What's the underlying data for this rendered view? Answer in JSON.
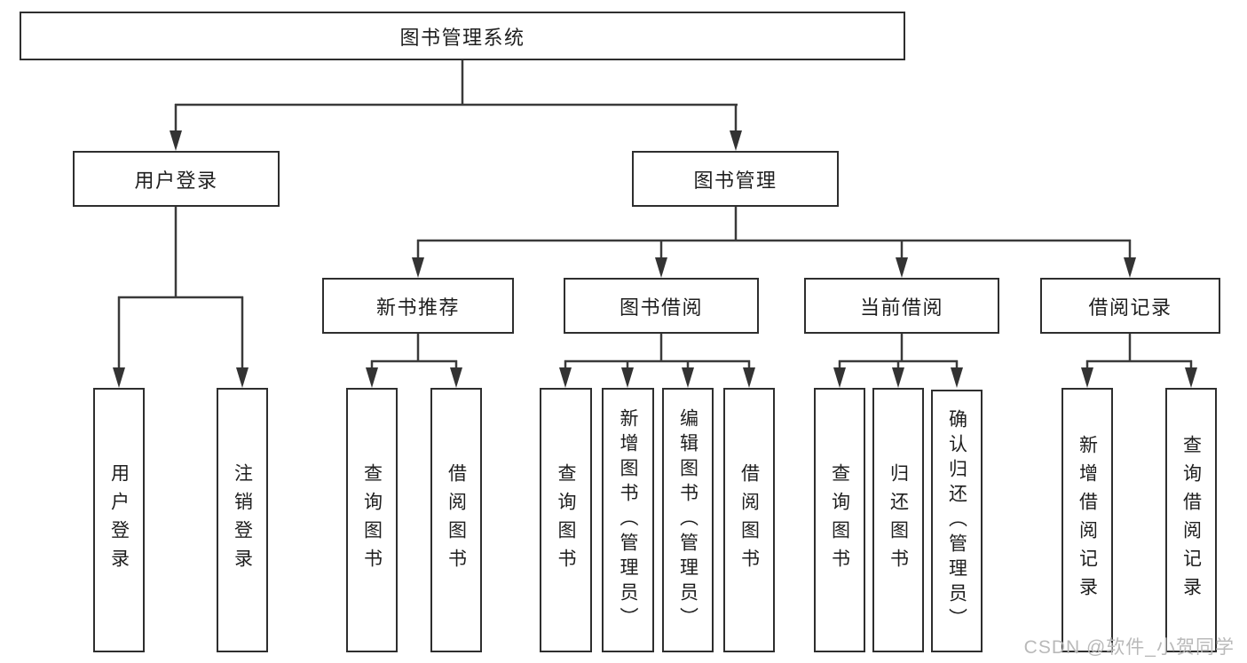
{
  "diagram": {
    "title_node": "图书管理系统",
    "tree": {
      "label": "图书管理系统",
      "children": [
        {
          "label": "用户登录",
          "children": [
            {
              "label": "用户登录"
            },
            {
              "label": "注销登录"
            }
          ]
        },
        {
          "label": "图书管理",
          "children": [
            {
              "label": "新书推荐",
              "children": [
                {
                  "label": "查询图书"
                },
                {
                  "label": "借阅图书"
                }
              ]
            },
            {
              "label": "图书借阅",
              "children": [
                {
                  "label": "查询图书"
                },
                {
                  "label": "新增图书（管理员）"
                },
                {
                  "label": "编辑图书（管理员）"
                },
                {
                  "label": "借阅图书"
                }
              ]
            },
            {
              "label": "当前借阅",
              "children": [
                {
                  "label": "查询图书"
                },
                {
                  "label": "归还图书"
                },
                {
                  "label": "确认归还（管理员）"
                }
              ]
            },
            {
              "label": "借阅记录",
              "children": [
                {
                  "label": "新增借阅记录"
                },
                {
                  "label": "查询借阅记录"
                }
              ]
            }
          ]
        }
      ]
    },
    "colors": {
      "line": "#3a3a3a",
      "box_border": "#2e2e2e",
      "text": "#1e1e1e",
      "background": "#ffffff",
      "watermark": "#b9b9b9"
    }
  },
  "watermark": {
    "text": "CSDN @软件_小贺同学"
  }
}
